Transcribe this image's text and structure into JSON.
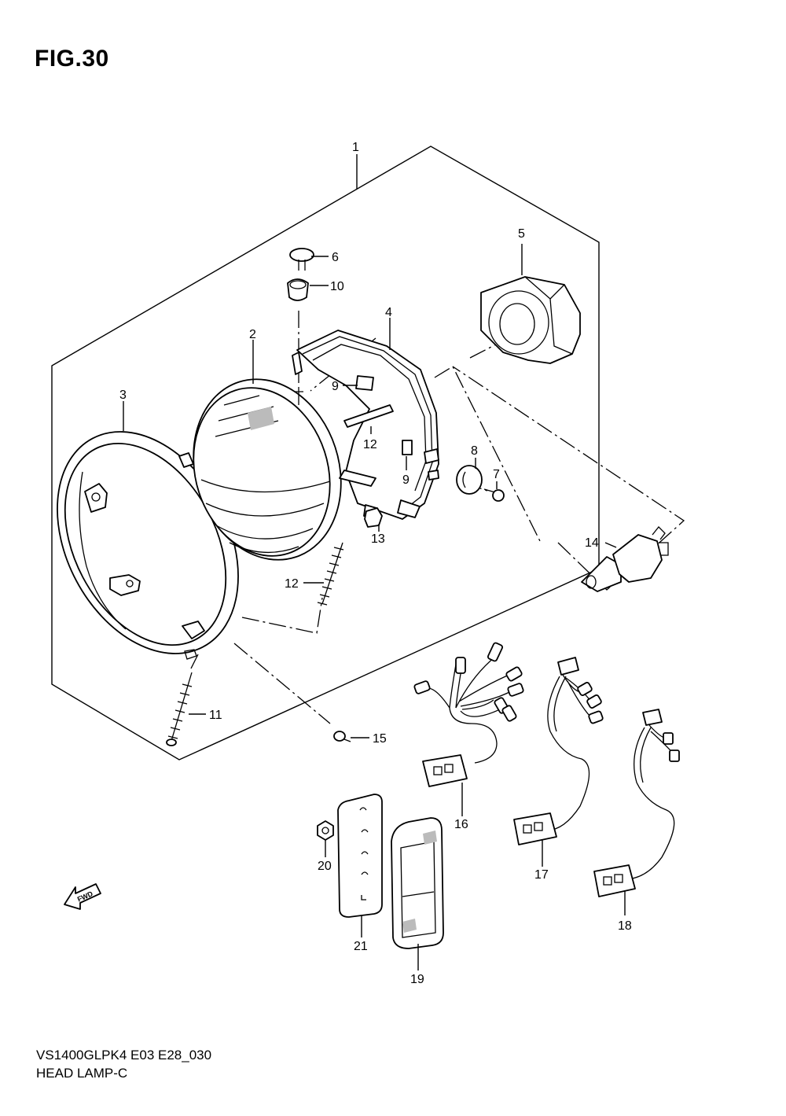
{
  "figure": {
    "title": "FIG.30"
  },
  "footer": {
    "model_code": "VS1400GLPK4 E03 E28_030",
    "section_name": "HEAD LAMP-C"
  },
  "fwd_arrow": {
    "label": "FWD"
  },
  "callouts": [
    {
      "id": "c1",
      "label": "1"
    },
    {
      "id": "c2",
      "label": "2"
    },
    {
      "id": "c3",
      "label": "3"
    },
    {
      "id": "c4",
      "label": "4"
    },
    {
      "id": "c5",
      "label": "5"
    },
    {
      "id": "c6",
      "label": "6"
    },
    {
      "id": "c7",
      "label": "7"
    },
    {
      "id": "c8",
      "label": "8"
    },
    {
      "id": "c9a",
      "label": "9"
    },
    {
      "id": "c9b",
      "label": "9"
    },
    {
      "id": "c10",
      "label": "10"
    },
    {
      "id": "c11",
      "label": "11"
    },
    {
      "id": "c12a",
      "label": "12"
    },
    {
      "id": "c12b",
      "label": "12"
    },
    {
      "id": "c13",
      "label": "13"
    },
    {
      "id": "c14",
      "label": "14"
    },
    {
      "id": "c15",
      "label": "15"
    },
    {
      "id": "c16",
      "label": "16"
    },
    {
      "id": "c17",
      "label": "17"
    },
    {
      "id": "c18",
      "label": "18"
    },
    {
      "id": "c19",
      "label": "19"
    },
    {
      "id": "c20",
      "label": "20"
    },
    {
      "id": "c21",
      "label": "21"
    }
  ]
}
